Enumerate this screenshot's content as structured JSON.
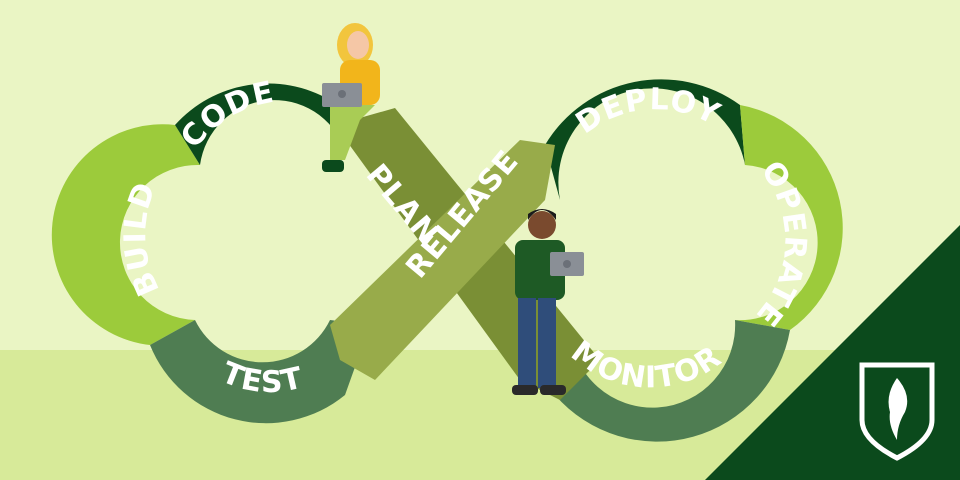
{
  "diagram": {
    "stages": [
      {
        "id": "code",
        "label": "CODE"
      },
      {
        "id": "build",
        "label": "BUILD"
      },
      {
        "id": "test",
        "label": "TEST"
      },
      {
        "id": "plan",
        "label": "PLAN"
      },
      {
        "id": "release",
        "label": "RELEASE"
      },
      {
        "id": "deploy",
        "label": "DEPLOY"
      },
      {
        "id": "operate",
        "label": "OPERATE"
      },
      {
        "id": "monitor",
        "label": "MONITOR"
      }
    ],
    "loop_shape": "infinity",
    "characters": [
      "woman-with-laptop",
      "man-with-laptop"
    ],
    "logo": "torch-shield-logo"
  },
  "colors": {
    "bg_top": "#eaf5c4",
    "bg_bottom": "#d7ea99",
    "dark_green": "#0b4a1c",
    "lime_green": "#9ccb3b",
    "mid_green": "#4f7d52",
    "olive": "#98ab4a",
    "olive_dark": "#7a8f35",
    "skin_light": "#f5c7a6",
    "skin_dark": "#7a4a2e",
    "hair_blonde": "#f2c53d",
    "shirt_yellow": "#f2b51b",
    "pants_green": "#a9cc55",
    "shirt_green": "#1e5a25",
    "jeans": "#2f4d7a",
    "laptop": "#8a8f96",
    "white": "#ffffff"
  }
}
